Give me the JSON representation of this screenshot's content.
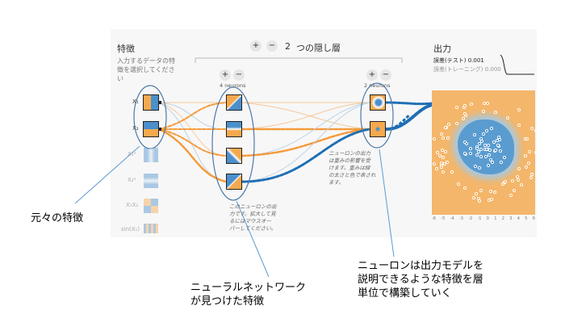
{
  "features": {
    "title": "特徴",
    "description_lines": [
      "入力するデータの特",
      "徴を選択してくださ",
      "い"
    ],
    "labels": [
      "X₁",
      "X₂",
      "X₁²",
      "X₂²",
      "X₁X₂",
      "sin(X₁)"
    ]
  },
  "hidden_layers": {
    "plus": "+",
    "minus": "−",
    "count": "2",
    "label": "つの隠し層",
    "layer1": {
      "plus": "+",
      "minus": "−",
      "neurons": "4 neurons"
    },
    "layer2": {
      "plus": "+",
      "minus": "−",
      "neurons": "2 neurons"
    },
    "tooltip_weights": [
      "ニューロンの出力",
      "は重みの影響を受",
      "けます。重みは線",
      "の太さと色で表され",
      "ます。"
    ],
    "tooltip_hover": [
      "このニューロンの出",
      "力です。拡大して見",
      "るにはマウスオー",
      "バーしてください。"
    ]
  },
  "output": {
    "title": "出力",
    "test_loss_label": "誤差(テスト)",
    "test_loss_value": "0.001",
    "train_loss_label": "誤差(トレーニング)",
    "train_loss_value": "0.000",
    "axis_ticks": [
      "-6",
      "-5",
      "-4",
      "-3",
      "-2",
      "-1",
      "0",
      "1",
      "2",
      "3",
      "4",
      "5",
      "6"
    ]
  },
  "annotations": {
    "original_features": "元々の特徴",
    "network_features": [
      "ニューラルネットワーク",
      "が見つけた特徴"
    ],
    "neuron_build": [
      "ニューロンは出力モデルを",
      "説明できるような特徴を層",
      "単位で構築していく"
    ]
  },
  "colors": {
    "orange": "#f59a3a",
    "blue": "#1f6fb5",
    "panel_bg": "#f7f7f7",
    "annotation_line": "#5b9bd5"
  }
}
